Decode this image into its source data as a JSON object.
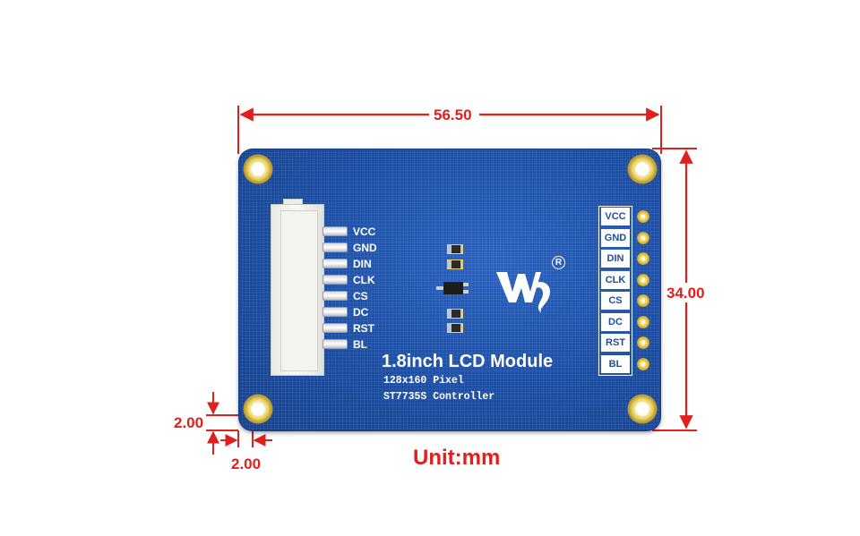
{
  "dimensions": {
    "width": "56.50",
    "height": "34.00",
    "offset_y": "2.00",
    "offset_x": "2.00",
    "unit": "Unit:mm"
  },
  "board": {
    "title": "1.8inch LCD Module",
    "line1": "128x160 Pixel",
    "line2": "ST7735S Controller",
    "logo_mark": "R",
    "connector_pins": [
      "VCC",
      "GND",
      "DIN",
      "CLK",
      "CS",
      "DC",
      "RST",
      "BL"
    ],
    "header_pins": [
      "VCC",
      "GND",
      "DIN",
      "CLK",
      "CS",
      "DC",
      "RST",
      "BL"
    ],
    "colors": {
      "pcb": "#1d50a8",
      "dimension": "#e0201e",
      "pad_gold": "#d6b23a"
    }
  }
}
